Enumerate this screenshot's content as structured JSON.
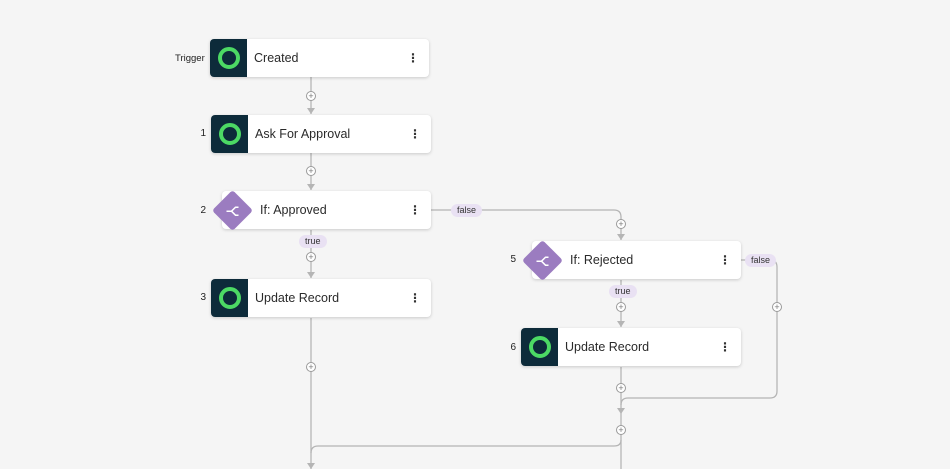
{
  "trigger_label": "Trigger",
  "nodes": [
    {
      "id": "created",
      "step": "",
      "title": "Created"
    },
    {
      "id": "ask",
      "step": "1",
      "title": "Ask For Approval"
    },
    {
      "id": "ifapproved",
      "step": "2",
      "title": "If: Approved"
    },
    {
      "id": "update3",
      "step": "3",
      "title": "Update Record"
    },
    {
      "id": "ifrejected",
      "step": "5",
      "title": "If: Rejected"
    },
    {
      "id": "update6",
      "step": "6",
      "title": "Update Record"
    }
  ],
  "branch_labels": {
    "true": "true",
    "false": "false"
  },
  "menu_glyph": "⋮",
  "plus_glyph": "+",
  "colors": {
    "background": "#f5f5f5",
    "action_icon_bg": "#0d2b3a",
    "action_icon_ring": "#4cd964",
    "condition_diamond": "#9b7cc0",
    "connector": "#b5b5b5",
    "badge_bg": "#e9e1f3"
  },
  "icons": {
    "action": "record-ring-icon",
    "condition": "branch-icon",
    "menu": "kebab-menu-icon",
    "add": "add-step-icon"
  }
}
